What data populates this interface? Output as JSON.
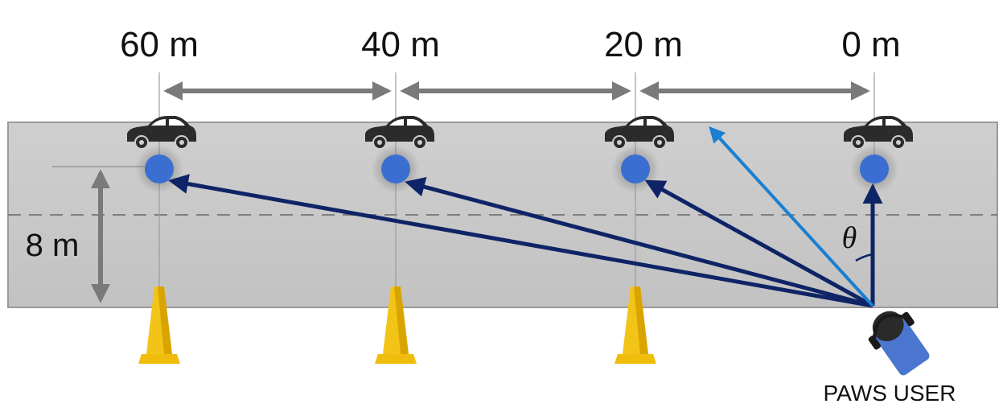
{
  "distances": [
    {
      "label": "60 m",
      "meters": 60
    },
    {
      "label": "40 m",
      "meters": 40
    },
    {
      "label": "20 m",
      "meters": 20
    },
    {
      "label": "0 m",
      "meters": 0
    }
  ],
  "road_width_label": "8 m",
  "angle_symbol": "θ",
  "user_label": "PAWS USER",
  "icons": {
    "vehicle": "car-icon",
    "target": "target-dot",
    "marker": "traffic-cone-icon",
    "user": "paws-user-icon"
  },
  "colors": {
    "road": "#c8c8c8",
    "target_dot": "#3a6fd1",
    "direction_arrow": "#0e2466",
    "heading_arrow": "#1a7fd0",
    "distance_arrow": "#7a7a7a",
    "cone": "#f0bd0c"
  }
}
